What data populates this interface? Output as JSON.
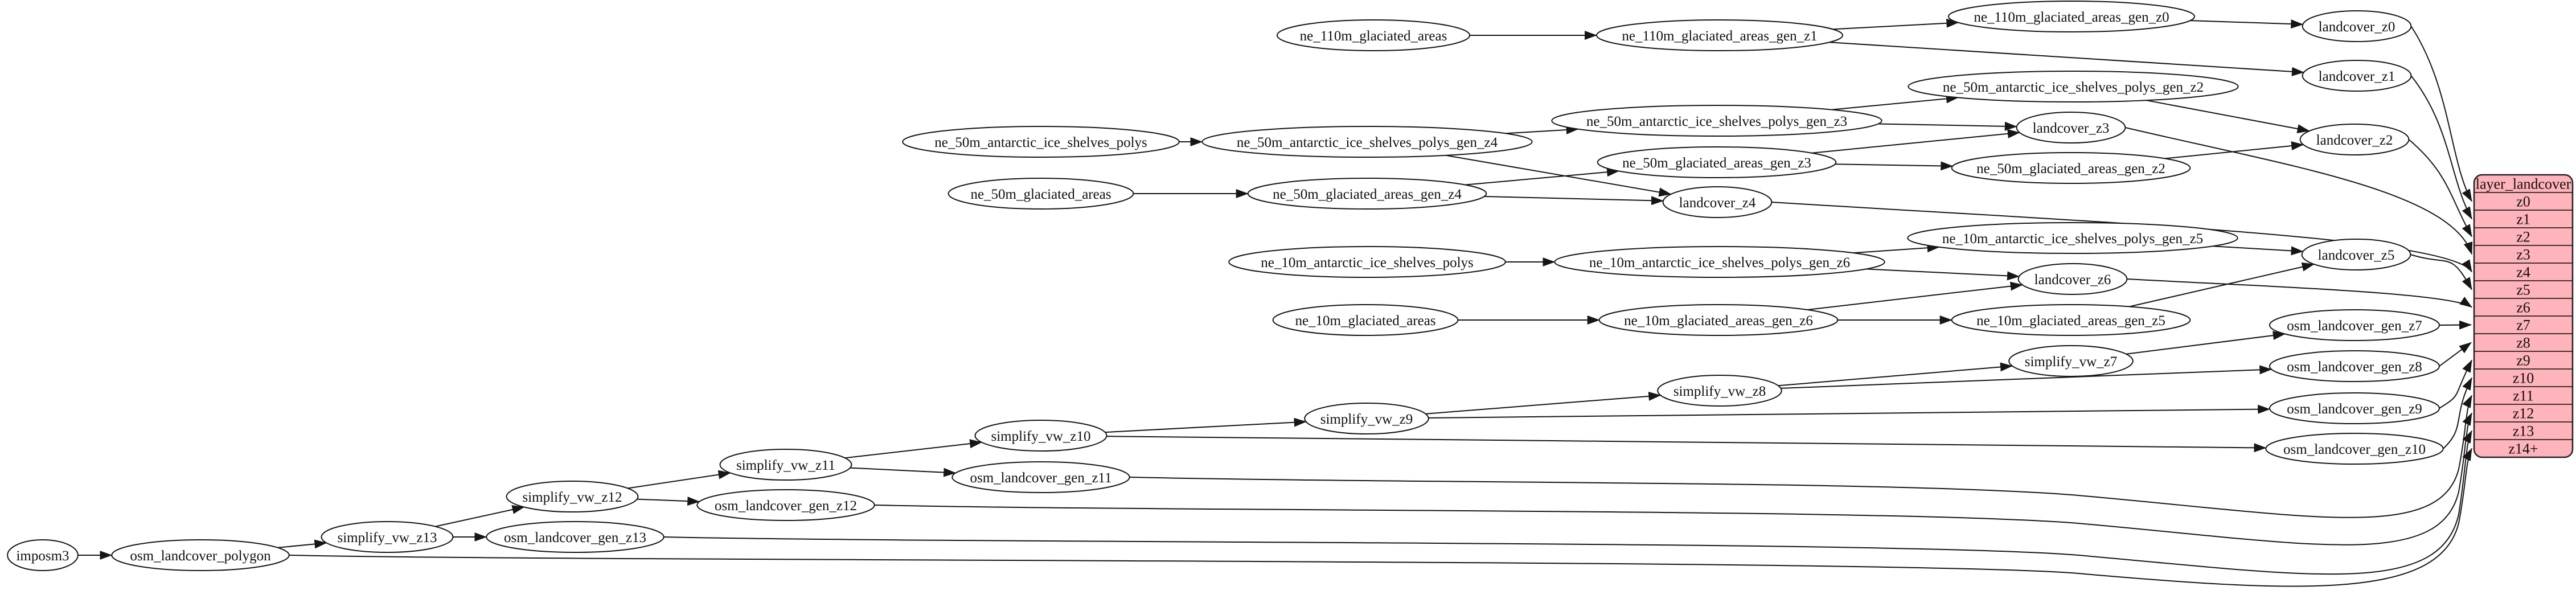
{
  "diagram": {
    "background_color": "#ffffff",
    "edge_color": "#161616",
    "node_fill": "#ffffff",
    "node_stroke": "#161616",
    "table": {
      "title": "layer_landcover",
      "fill": "#ffb3ba",
      "stroke": "#222222",
      "rows": [
        "z0",
        "z1",
        "z2",
        "z3",
        "z4",
        "z5",
        "z6",
        "z7",
        "z8",
        "z9",
        "z10",
        "z11",
        "z12",
        "z13",
        "z14+"
      ]
    },
    "nodes": [
      {
        "id": "imposm3",
        "label": "imposm3"
      },
      {
        "id": "osm_landcover_polygon",
        "label": "osm_landcover_polygon"
      },
      {
        "id": "simplify_vw_z13",
        "label": "simplify_vw_z13"
      },
      {
        "id": "osm_landcover_gen_z13",
        "label": "osm_landcover_gen_z13"
      },
      {
        "id": "simplify_vw_z12",
        "label": "simplify_vw_z12"
      },
      {
        "id": "osm_landcover_gen_z12",
        "label": "osm_landcover_gen_z12"
      },
      {
        "id": "simplify_vw_z11",
        "label": "simplify_vw_z11"
      },
      {
        "id": "osm_landcover_gen_z11",
        "label": "osm_landcover_gen_z11"
      },
      {
        "id": "simplify_vw_z10",
        "label": "simplify_vw_z10"
      },
      {
        "id": "simplify_vw_z9",
        "label": "simplify_vw_z9"
      },
      {
        "id": "simplify_vw_z8",
        "label": "simplify_vw_z8"
      },
      {
        "id": "simplify_vw_z7",
        "label": "simplify_vw_z7"
      },
      {
        "id": "osm_landcover_gen_z10",
        "label": "osm_landcover_gen_z10"
      },
      {
        "id": "osm_landcover_gen_z9",
        "label": "osm_landcover_gen_z9"
      },
      {
        "id": "osm_landcover_gen_z8",
        "label": "osm_landcover_gen_z8"
      },
      {
        "id": "osm_landcover_gen_z7",
        "label": "osm_landcover_gen_z7"
      },
      {
        "id": "ne_110m_glaciated_areas",
        "label": "ne_110m_glaciated_areas"
      },
      {
        "id": "ne_110m_glaciated_areas_gen_z1",
        "label": "ne_110m_glaciated_areas_gen_z1"
      },
      {
        "id": "ne_110m_glaciated_areas_gen_z0",
        "label": "ne_110m_glaciated_areas_gen_z0"
      },
      {
        "id": "landcover_z0",
        "label": "landcover_z0"
      },
      {
        "id": "landcover_z1",
        "label": "landcover_z1"
      },
      {
        "id": "ne_50m_antarctic_ice_shelves_polys",
        "label": "ne_50m_antarctic_ice_shelves_polys"
      },
      {
        "id": "ne_50m_antarctic_ice_shelves_polys_gen_z4",
        "label": "ne_50m_antarctic_ice_shelves_polys_gen_z4"
      },
      {
        "id": "ne_50m_antarctic_ice_shelves_polys_gen_z3",
        "label": "ne_50m_antarctic_ice_shelves_polys_gen_z3"
      },
      {
        "id": "ne_50m_antarctic_ice_shelves_polys_gen_z2",
        "label": "ne_50m_antarctic_ice_shelves_polys_gen_z2"
      },
      {
        "id": "ne_50m_glaciated_areas",
        "label": "ne_50m_glaciated_areas"
      },
      {
        "id": "ne_50m_glaciated_areas_gen_z4",
        "label": "ne_50m_glaciated_areas_gen_z4"
      },
      {
        "id": "ne_50m_glaciated_areas_gen_z3",
        "label": "ne_50m_glaciated_areas_gen_z3"
      },
      {
        "id": "ne_50m_glaciated_areas_gen_z2",
        "label": "ne_50m_glaciated_areas_gen_z2"
      },
      {
        "id": "landcover_z2",
        "label": "landcover_z2"
      },
      {
        "id": "landcover_z3",
        "label": "landcover_z3"
      },
      {
        "id": "landcover_z4",
        "label": "landcover_z4"
      },
      {
        "id": "ne_10m_antarctic_ice_shelves_polys",
        "label": "ne_10m_antarctic_ice_shelves_polys"
      },
      {
        "id": "ne_10m_antarctic_ice_shelves_polys_gen_z6",
        "label": "ne_10m_antarctic_ice_shelves_polys_gen_z6"
      },
      {
        "id": "ne_10m_antarctic_ice_shelves_polys_gen_z5",
        "label": "ne_10m_antarctic_ice_shelves_polys_gen_z5"
      },
      {
        "id": "ne_10m_glaciated_areas",
        "label": "ne_10m_glaciated_areas"
      },
      {
        "id": "ne_10m_glaciated_areas_gen_z6",
        "label": "ne_10m_glaciated_areas_gen_z6"
      },
      {
        "id": "ne_10m_glaciated_areas_gen_z5",
        "label": "ne_10m_glaciated_areas_gen_z5"
      },
      {
        "id": "landcover_z5",
        "label": "landcover_z5"
      },
      {
        "id": "landcover_z6",
        "label": "landcover_z6"
      }
    ],
    "edges": [
      [
        "imposm3",
        "osm_landcover_polygon"
      ],
      [
        "osm_landcover_polygon",
        "simplify_vw_z13"
      ],
      [
        "osm_landcover_polygon",
        "row:z14+"
      ],
      [
        "simplify_vw_z13",
        "simplify_vw_z12"
      ],
      [
        "simplify_vw_z13",
        "osm_landcover_gen_z13"
      ],
      [
        "osm_landcover_gen_z13",
        "row:z13"
      ],
      [
        "simplify_vw_z12",
        "simplify_vw_z11"
      ],
      [
        "simplify_vw_z12",
        "osm_landcover_gen_z12"
      ],
      [
        "osm_landcover_gen_z12",
        "row:z12"
      ],
      [
        "simplify_vw_z11",
        "simplify_vw_z10"
      ],
      [
        "simplify_vw_z11",
        "osm_landcover_gen_z11"
      ],
      [
        "osm_landcover_gen_z11",
        "row:z11"
      ],
      [
        "simplify_vw_z10",
        "simplify_vw_z9"
      ],
      [
        "simplify_vw_z10",
        "osm_landcover_gen_z10"
      ],
      [
        "osm_landcover_gen_z10",
        "row:z10"
      ],
      [
        "simplify_vw_z9",
        "simplify_vw_z8"
      ],
      [
        "simplify_vw_z9",
        "osm_landcover_gen_z9"
      ],
      [
        "osm_landcover_gen_z9",
        "row:z9"
      ],
      [
        "simplify_vw_z8",
        "simplify_vw_z7"
      ],
      [
        "simplify_vw_z8",
        "osm_landcover_gen_z8"
      ],
      [
        "osm_landcover_gen_z8",
        "row:z8"
      ],
      [
        "simplify_vw_z7",
        "osm_landcover_gen_z7"
      ],
      [
        "osm_landcover_gen_z7",
        "row:z7"
      ],
      [
        "ne_110m_glaciated_areas",
        "ne_110m_glaciated_areas_gen_z1"
      ],
      [
        "ne_110m_glaciated_areas_gen_z1",
        "ne_110m_glaciated_areas_gen_z0"
      ],
      [
        "ne_110m_glaciated_areas_gen_z1",
        "landcover_z1"
      ],
      [
        "ne_110m_glaciated_areas_gen_z0",
        "landcover_z0"
      ],
      [
        "landcover_z0",
        "row:z0"
      ],
      [
        "landcover_z1",
        "row:z1"
      ],
      [
        "ne_50m_antarctic_ice_shelves_polys",
        "ne_50m_antarctic_ice_shelves_polys_gen_z4"
      ],
      [
        "ne_50m_antarctic_ice_shelves_polys_gen_z4",
        "ne_50m_antarctic_ice_shelves_polys_gen_z3"
      ],
      [
        "ne_50m_antarctic_ice_shelves_polys_gen_z4",
        "landcover_z4"
      ],
      [
        "ne_50m_antarctic_ice_shelves_polys_gen_z3",
        "ne_50m_antarctic_ice_shelves_polys_gen_z2"
      ],
      [
        "ne_50m_antarctic_ice_shelves_polys_gen_z3",
        "landcover_z3"
      ],
      [
        "ne_50m_antarctic_ice_shelves_polys_gen_z2",
        "landcover_z2"
      ],
      [
        "ne_50m_glaciated_areas",
        "ne_50m_glaciated_areas_gen_z4"
      ],
      [
        "ne_50m_glaciated_areas_gen_z4",
        "ne_50m_glaciated_areas_gen_z3"
      ],
      [
        "ne_50m_glaciated_areas_gen_z4",
        "landcover_z4"
      ],
      [
        "ne_50m_glaciated_areas_gen_z3",
        "ne_50m_glaciated_areas_gen_z2"
      ],
      [
        "ne_50m_glaciated_areas_gen_z3",
        "landcover_z3"
      ],
      [
        "ne_50m_glaciated_areas_gen_z2",
        "landcover_z2"
      ],
      [
        "landcover_z2",
        "row:z2"
      ],
      [
        "landcover_z3",
        "row:z3"
      ],
      [
        "landcover_z4",
        "row:z4"
      ],
      [
        "ne_10m_antarctic_ice_shelves_polys",
        "ne_10m_antarctic_ice_shelves_polys_gen_z6"
      ],
      [
        "ne_10m_antarctic_ice_shelves_polys_gen_z6",
        "ne_10m_antarctic_ice_shelves_polys_gen_z5"
      ],
      [
        "ne_10m_antarctic_ice_shelves_polys_gen_z6",
        "landcover_z6"
      ],
      [
        "ne_10m_antarctic_ice_shelves_polys_gen_z5",
        "landcover_z5"
      ],
      [
        "ne_10m_glaciated_areas",
        "ne_10m_glaciated_areas_gen_z6"
      ],
      [
        "ne_10m_glaciated_areas_gen_z6",
        "ne_10m_glaciated_areas_gen_z5"
      ],
      [
        "ne_10m_glaciated_areas_gen_z6",
        "landcover_z6"
      ],
      [
        "ne_10m_glaciated_areas_gen_z5",
        "landcover_z5"
      ],
      [
        "landcover_z5",
        "row:z5"
      ],
      [
        "landcover_z6",
        "row:z6"
      ]
    ]
  }
}
